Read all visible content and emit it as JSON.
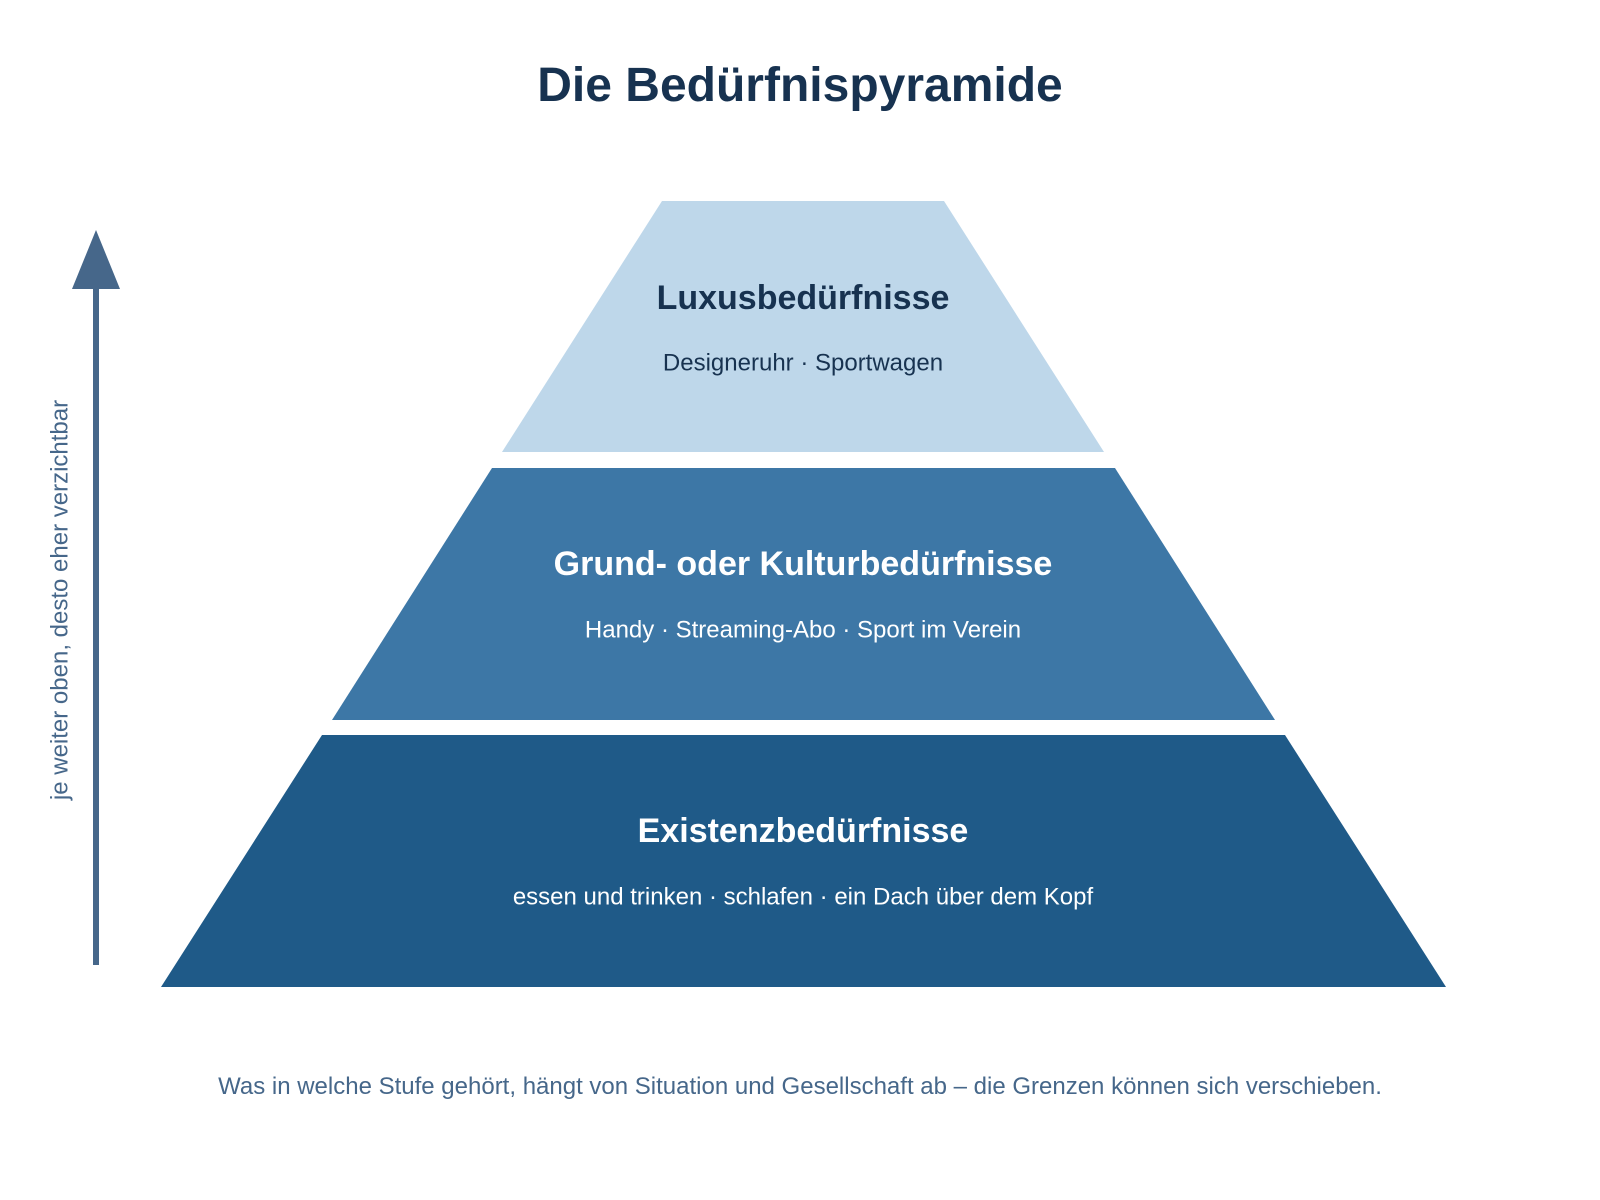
{
  "title": "Die Bedürfnispyramide",
  "axis": {
    "label": "je weiter oben, desto eher verzichtbar",
    "color": "#46678a"
  },
  "levels": [
    {
      "title": "Luxusbedürfnisse",
      "examples": "Designeruhr · Sportwagen",
      "fill": "#bed7ea",
      "text_color": "#173250"
    },
    {
      "title": "Grund- oder Kulturbedürfnisse",
      "examples": "Handy · Streaming-Abo · Sport im Verein",
      "fill": "#3d77a6",
      "text_color": "#ffffff"
    },
    {
      "title": "Existenzbedürfnisse",
      "examples": "essen und trinken · schlafen · ein Dach über dem Kopf",
      "fill": "#1f5a88",
      "text_color": "#ffffff"
    }
  ],
  "footnote": "Was in welche Stufe gehört, hängt von Situation und Gesellschaft ab – die Grenzen können sich verschieben."
}
